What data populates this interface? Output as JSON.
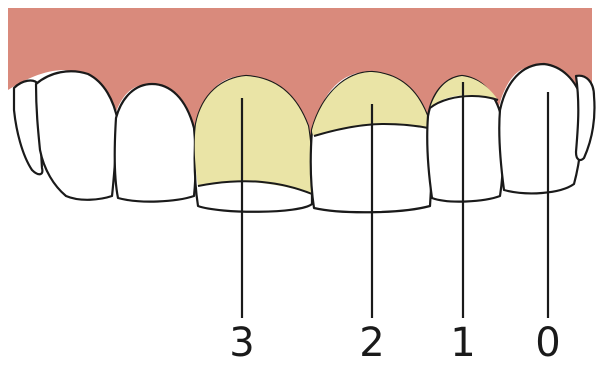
{
  "colors": {
    "gum": "#D98A7C",
    "tooth": "#FFFFFF",
    "outline": "#1A1A1A",
    "stain": "#EAE4A6"
  },
  "labels": [
    {
      "id": "label-3",
      "text": "3"
    },
    {
      "id": "label-2",
      "text": "2"
    },
    {
      "id": "label-1",
      "text": "1"
    },
    {
      "id": "label-0",
      "text": "0"
    }
  ]
}
